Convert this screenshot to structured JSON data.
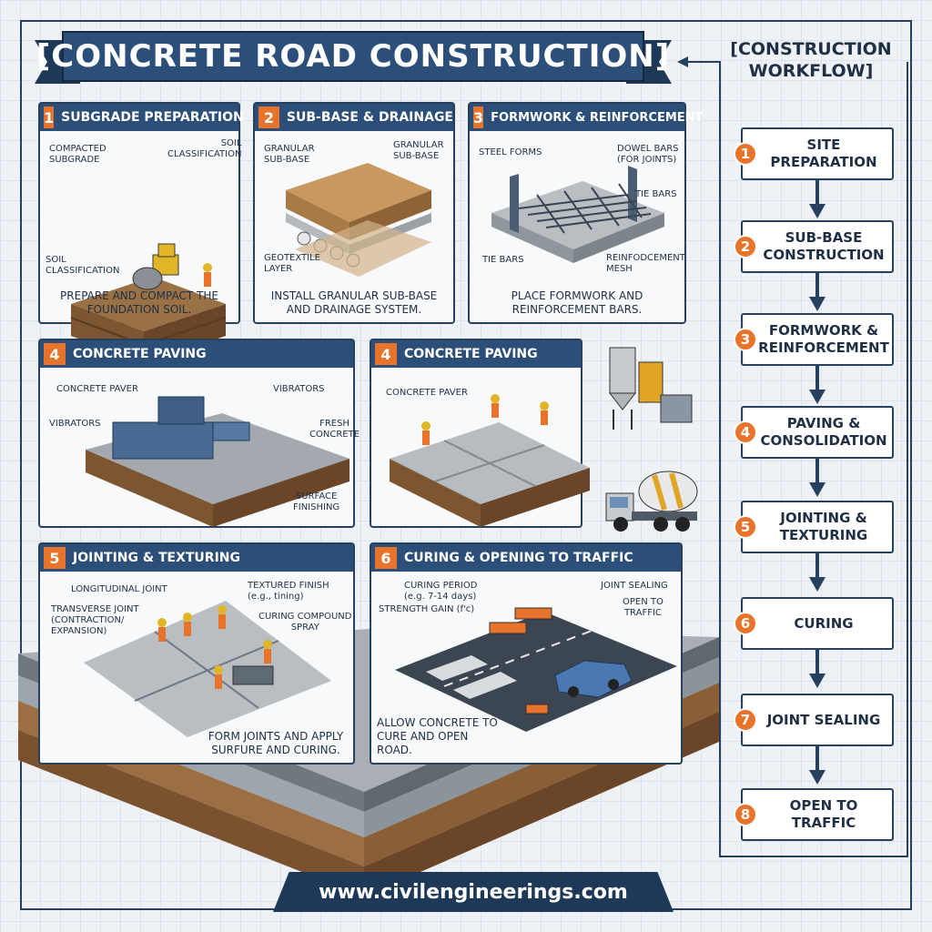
{
  "title": "[CONCRETE ROAD CONSTRUCTION]",
  "footer": "www.civilengineerings.com",
  "colors": {
    "navy": "#2b4f78",
    "dark_navy": "#1e3957",
    "accent_orange": "#e8742b",
    "background": "#eef1f5"
  },
  "panels": [
    {
      "num": "1",
      "title": "SUBGRADE PREPARATION",
      "caption": "PREPARE AND COMPACT THE\nFOUNDATION SOIL.",
      "labels": [
        "COMPACTED\nSUBGRADE",
        "SOIL\nCLASSIFICATION",
        "SOIL\nCLASSIFICATION"
      ]
    },
    {
      "num": "2",
      "title": "SUB-BASE & DRAINAGE",
      "caption": "INSTALL GRANULAR SUB-BASE\nAND DRAINAGE SYSTEM.",
      "labels": [
        "GRANULAR\nSUB-BASE",
        "GRANULAR\nSUB-BASE",
        "GEOTEXTILE\nLAYER"
      ]
    },
    {
      "num": "3",
      "title": "FORMWORK & REINFORCEMENT",
      "caption": "PLACE FORMWORK AND\nREINFORCEMENT BARS.",
      "labels": [
        "STEEL FORMS",
        "DOWEL BARS\n(FOR JOINTS)",
        "TIE BARS",
        "TIE BARS",
        "REINFODCEMENT\nMESH"
      ]
    },
    {
      "num": "4",
      "title": "CONCRETE PAVING",
      "caption": "",
      "labels": [
        "CONCRETE PAVER",
        "VIBRATORS",
        "VIBRATORS",
        "FRESH\nCONCRETE",
        "SURFACE\nFINISHING"
      ]
    },
    {
      "num": "4",
      "title": "CONCRETE PAVING",
      "caption": "",
      "labels": [
        "CONCRETE PAVER"
      ]
    },
    {
      "num": "5",
      "title": "JOINTING & TEXTURING",
      "caption": "FORM JOINTS AND APPLY\nSURFURE AND CURING.",
      "labels": [
        "LONGITUDINAL JOINT",
        "TEXTURED FINISH\n(e.g., tining)",
        "TRANSVERSE JOINT\n(CONTRACTION/\nEXPANSION)",
        "CURING COMPOUND\nSPRAY"
      ]
    },
    {
      "num": "6",
      "title": "CURING & OPENING TO TRAFFIC",
      "caption": "ALLOW CONCRETE TO\nCURE AND OPEN ROAD.",
      "labels": [
        "CURING PERIOD\n(e.g. 7-14 days)",
        "JOINT SEALING",
        "STRENGTH GAIN (f'c)",
        "OPEN TO\nTRAFFIC"
      ]
    }
  ],
  "workflow": {
    "title": "[CONSTRUCTION\nWORKFLOW]",
    "steps": [
      {
        "num": "1",
        "label": "SITE\nPREPARATION"
      },
      {
        "num": "2",
        "label": "SUB-BASE\nCONSTRUCTION"
      },
      {
        "num": "3",
        "label": "FORMWORK &\nREINFORCEMENT"
      },
      {
        "num": "4",
        "label": "PAVING &\nCONSOLIDATION"
      },
      {
        "num": "5",
        "label": "JOINTING &\nTEXTURING"
      },
      {
        "num": "6",
        "label": "CURING"
      },
      {
        "num": "7",
        "label": "JOINT SEALING"
      },
      {
        "num": "8",
        "label": "OPEN TO TRAFFIC"
      }
    ]
  }
}
